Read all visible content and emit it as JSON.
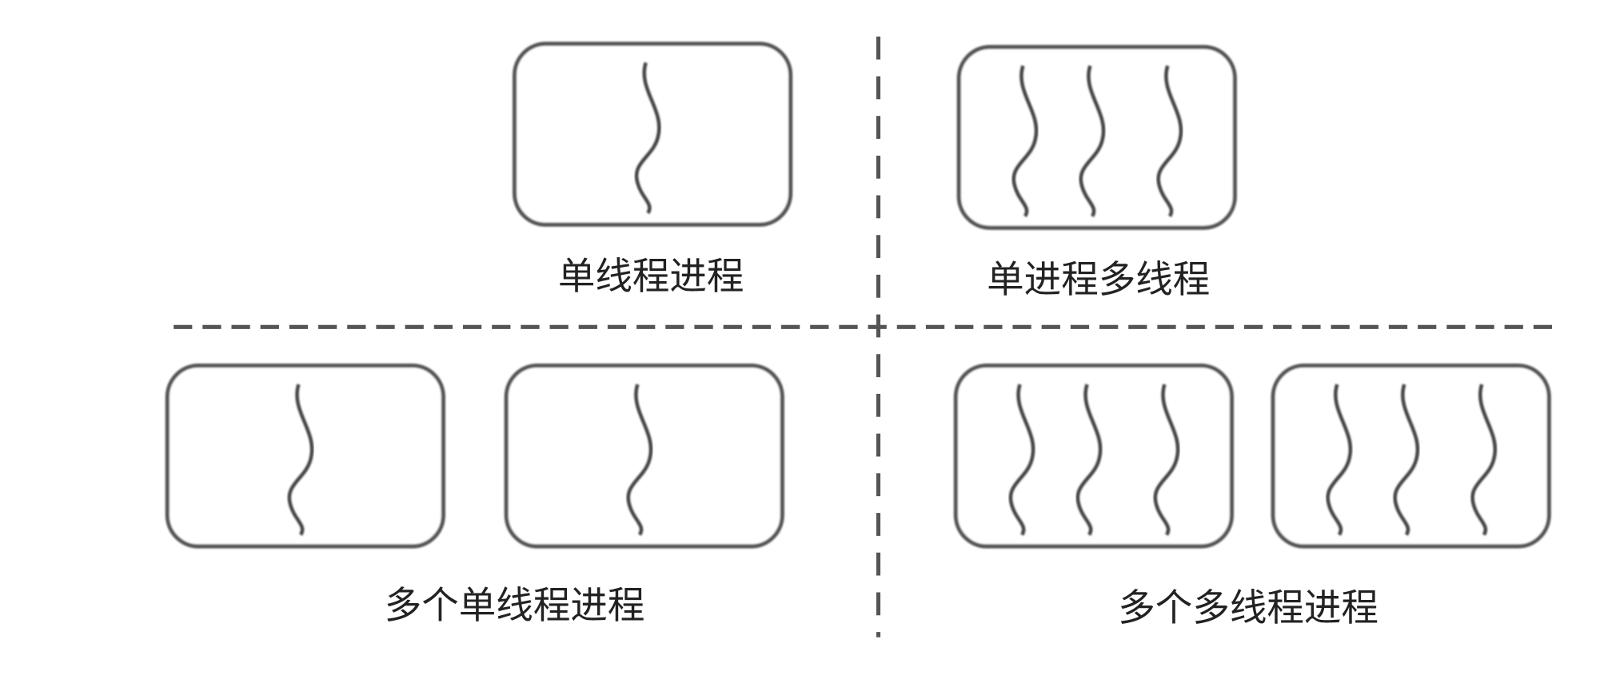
{
  "panels": [
    {
      "label": "单线程进程",
      "processes": 1,
      "threads_per_process": 1
    },
    {
      "label": "单进程多线程",
      "processes": 1,
      "threads_per_process": 3
    },
    {
      "label": "多个单线程进程",
      "processes": 2,
      "threads_per_process": 1
    },
    {
      "label": "多个多线程进程",
      "processes": 2,
      "threads_per_process": 3
    }
  ],
  "colors": {
    "stroke": "#555555",
    "background": "#ffffff"
  }
}
